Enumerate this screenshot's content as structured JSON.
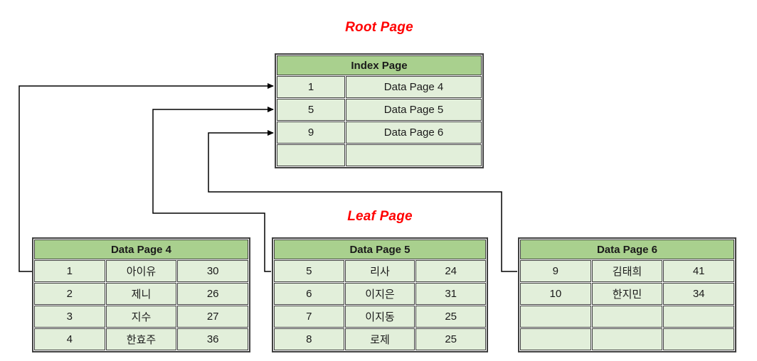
{
  "labels": {
    "root": "Root Page",
    "leaf": "Leaf Page"
  },
  "colors": {
    "label_red": "#ff0000",
    "table_header_bg": "#a9d08e",
    "table_row_bg": "#e2efda",
    "table_border": "#404040",
    "connector": "#000000"
  },
  "index_page": {
    "title": "Index Page",
    "rows": [
      {
        "key": "1",
        "page": "Data Page 4"
      },
      {
        "key": "5",
        "page": "Data Page 5"
      },
      {
        "key": "9",
        "page": "Data Page 6"
      },
      {
        "key": "",
        "page": ""
      }
    ]
  },
  "leaf_pages": [
    {
      "title": "Data Page 4",
      "rows": [
        [
          "1",
          "아이유",
          "30"
        ],
        [
          "2",
          "제니",
          "26"
        ],
        [
          "3",
          "지수",
          "27"
        ],
        [
          "4",
          "한효주",
          "36"
        ]
      ]
    },
    {
      "title": "Data Page 5",
      "rows": [
        [
          "5",
          "리사",
          "24"
        ],
        [
          "6",
          "이지은",
          "31"
        ],
        [
          "7",
          "이지동",
          "25"
        ],
        [
          "8",
          "로제",
          "25"
        ]
      ]
    },
    {
      "title": "Data Page 6",
      "rows": [
        [
          "9",
          "김태희",
          "41"
        ],
        [
          "10",
          "한지민",
          "34"
        ],
        [
          "",
          "",
          ""
        ],
        [
          "",
          "",
          ""
        ]
      ]
    }
  ]
}
